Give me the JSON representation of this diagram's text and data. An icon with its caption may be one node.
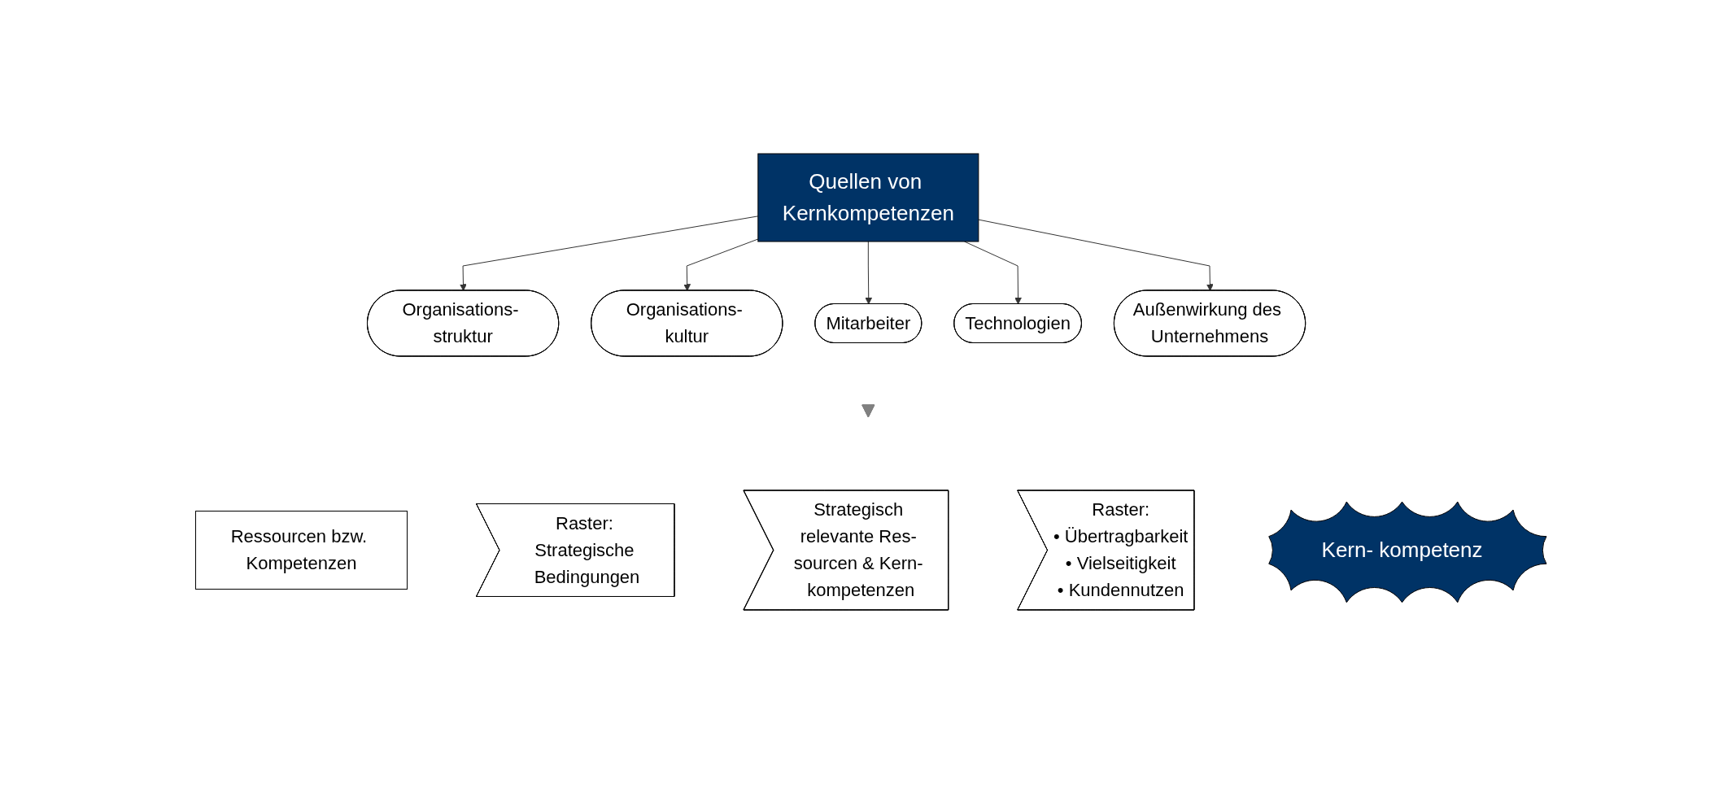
{
  "diagram": {
    "nodes": [
      {
        "text": [
          "Quellen von Kernkompetenzen"
        ]
      },
      {
        "text": [
          "Organisations- struktur"
        ]
      },
      {
        "text": [
          "Organisations- kultur"
        ]
      },
      {
        "text": [
          "Mitarbeiter"
        ]
      },
      {
        "text": [
          "Technologien"
        ]
      },
      {
        "text": [
          "Außenwirkung des Unternehmens"
        ]
      },
      {
        "text": [],
        "shape": "triangle"
      },
      {
        "text": [
          "Ressourcen bzw. Kompetenzen"
        ]
      },
      {
        "text": [
          "Raster: Strategische Bedingungen"
        ]
      },
      {
        "text": [
          "Strategisch relevante Res- sourcen & Kern- kompetenzen"
        ]
      },
      {
        "text": [
          "Raster:",
          "• Übertragbarkeit",
          "• Vielseitigkeit",
          "• Kundennutzen"
        ]
      },
      {
        "text": [
          "Kern- kompetenz"
        ]
      }
    ],
    "edges": [
      {
        "from": 0,
        "to": 1,
        "arrow": "to"
      },
      {
        "from": 0,
        "to": 2,
        "arrow": "to"
      },
      {
        "from": 0,
        "to": 3,
        "arrow": "to"
      },
      {
        "from": 0,
        "to": 4,
        "arrow": "to"
      },
      {
        "from": 0,
        "to": 5,
        "arrow": "to"
      }
    ]
  }
}
